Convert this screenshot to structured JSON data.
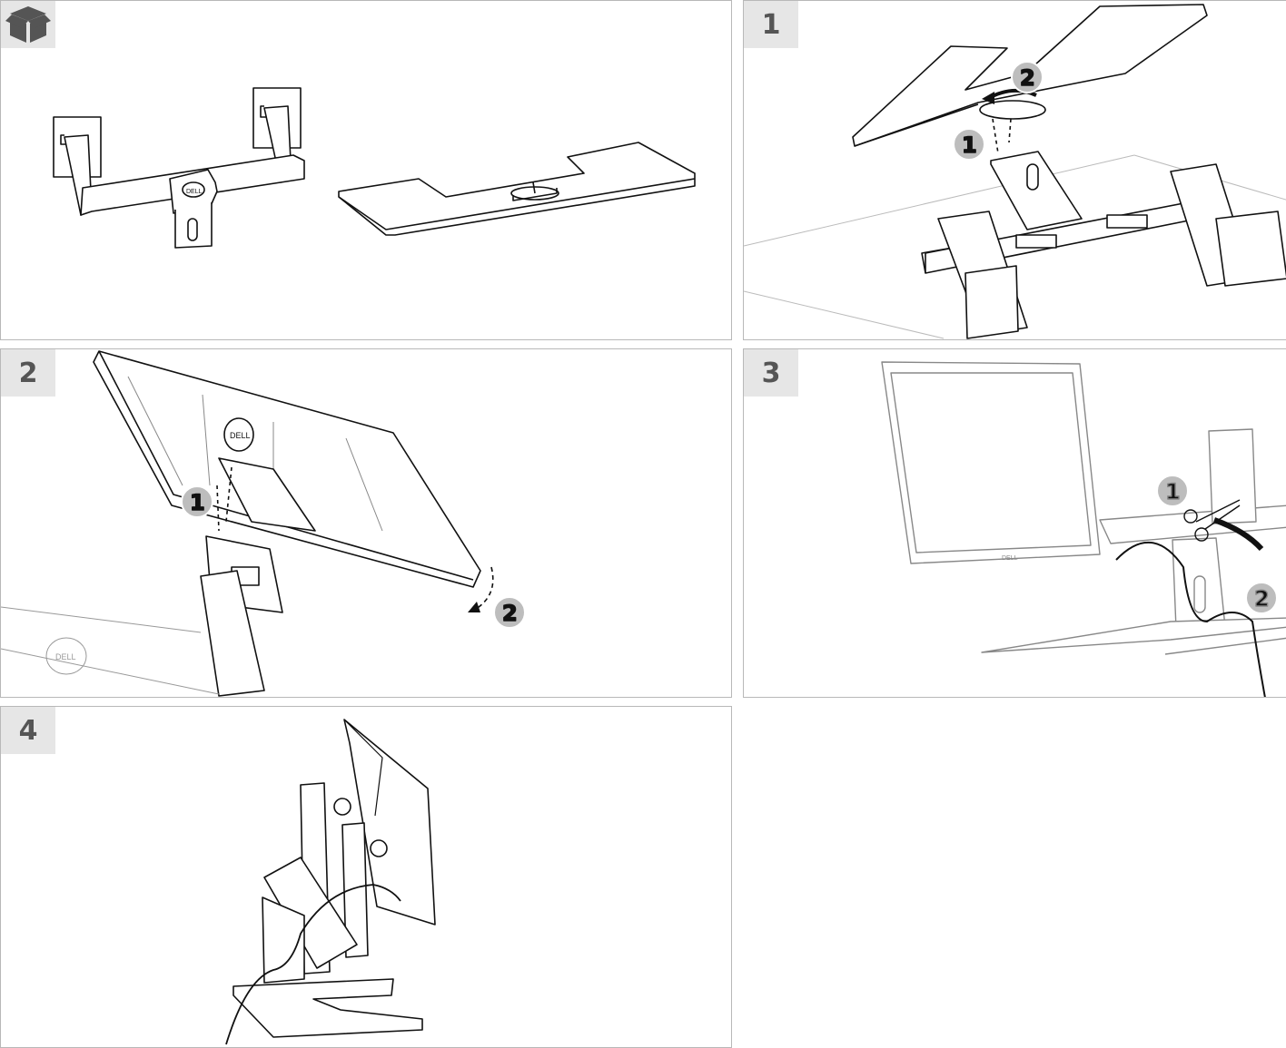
{
  "panels": [
    {
      "id": "contents",
      "badge": "",
      "icon": "box-icon"
    },
    {
      "id": "step1",
      "badge": "1",
      "callouts": [
        "1",
        "2"
      ]
    },
    {
      "id": "step2",
      "badge": "2",
      "callouts": [
        "1",
        "2"
      ],
      "logo": "DELL"
    },
    {
      "id": "step3",
      "badge": "3",
      "callouts": [
        "1",
        "2"
      ],
      "logo": "DELL"
    },
    {
      "id": "step4",
      "badge": "4"
    }
  ],
  "colors": {
    "badge_bg": "#e6e6e6",
    "badge_text": "#555555",
    "callout_bg": "#bdbdbd",
    "line": "#111111",
    "faint_line": "#9a9a9a"
  },
  "logos": {
    "stand_logo": "DELL"
  }
}
